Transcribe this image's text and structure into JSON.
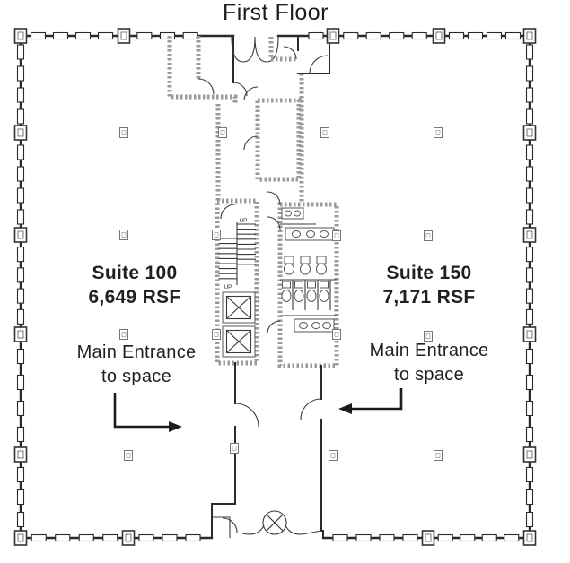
{
  "title": "First Floor",
  "suites": {
    "left": {
      "name": "Suite 100",
      "area": "6,649 RSF",
      "entrance_line1": "Main Entrance",
      "entrance_line2": "to space"
    },
    "right": {
      "name": "Suite 150",
      "area": "7,171 RSF",
      "entrance_line1": "Main Entrance",
      "entrance_line2": "to space"
    }
  },
  "stairwell": {
    "up_label_upper": "UP",
    "up_label_lower": "UP"
  },
  "plan_features": [
    "stairwell",
    "elevator-bank",
    "restrooms",
    "entry-vestibule",
    "revolving-door",
    "suite-entrance-doors",
    "window-mullions",
    "column-markers"
  ],
  "colors": {
    "ink": "#1c1c1c",
    "wall": "#2a2a2a",
    "hatch_wall": "#9a9a9a",
    "text": "#231f20",
    "background": "#ffffff"
  }
}
